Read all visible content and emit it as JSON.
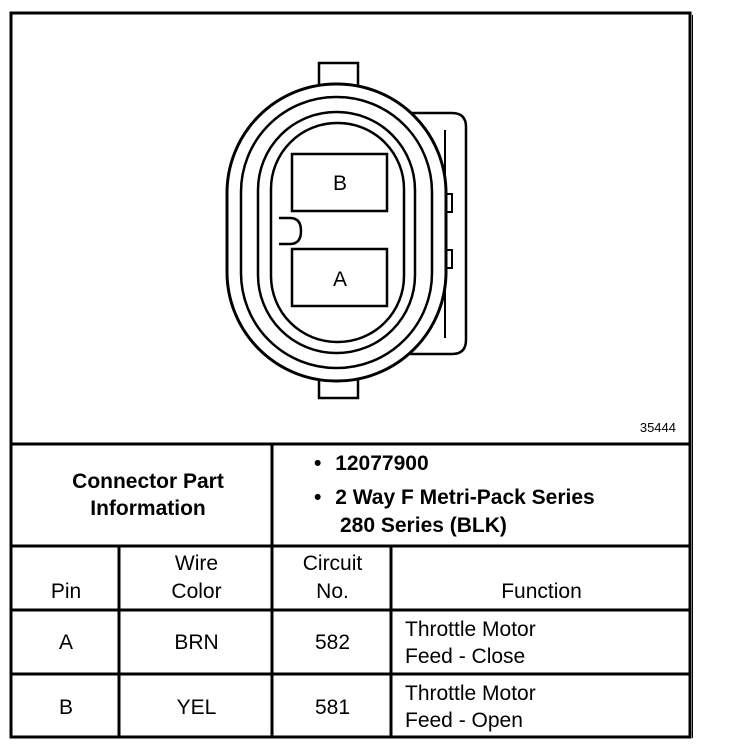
{
  "drawing": {
    "cavity_b": "B",
    "cavity_a": "A",
    "figure_number": "35444"
  },
  "part_info": {
    "heading": "Connector Part Information",
    "bullet": "•",
    "part_number": "12077900",
    "description_line1": "2 Way F Metri-Pack Series",
    "description_line2": "280 Series (BLK)"
  },
  "table": {
    "headers": {
      "pin": "Pin",
      "wire_color_line1": "Wire",
      "wire_color_line2": "Color",
      "circuit_line1": "Circuit",
      "circuit_line2": "No.",
      "function": "Function"
    },
    "rows": [
      {
        "pin": "A",
        "wire_color": "BRN",
        "circuit": "582",
        "function_line1": "Throttle Motor",
        "function_line2": "Feed - Close"
      },
      {
        "pin": "B",
        "wire_color": "YEL",
        "circuit": "581",
        "function_line1": "Throttle Motor",
        "function_line2": "Feed - Open"
      }
    ]
  }
}
